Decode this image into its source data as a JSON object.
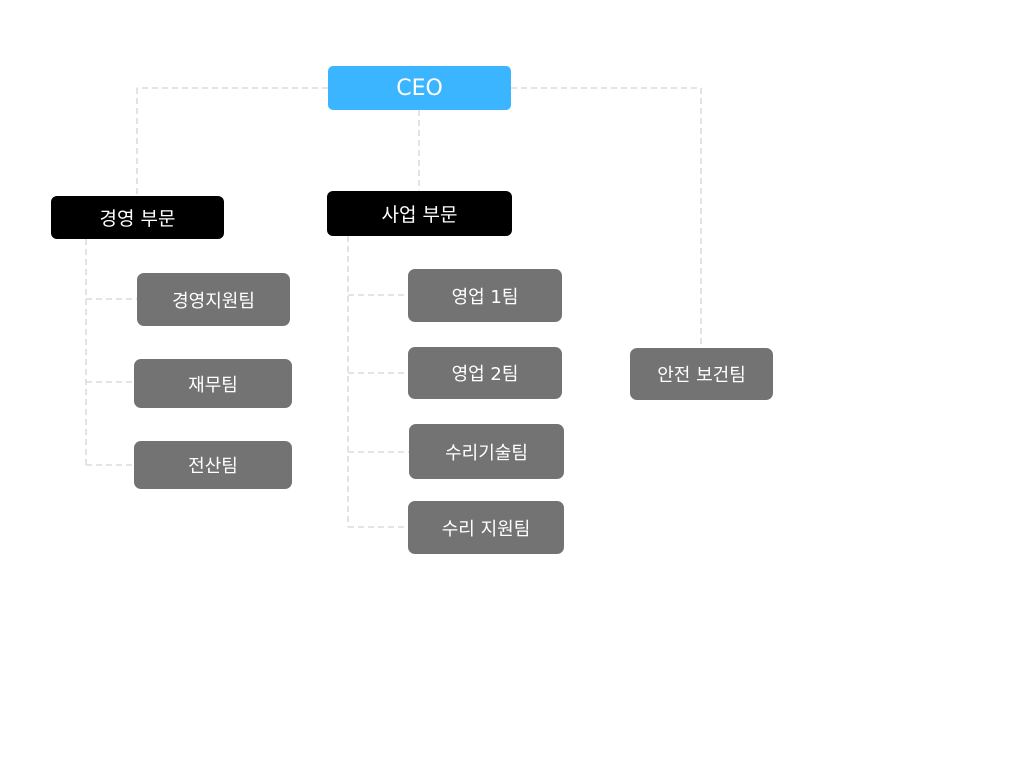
{
  "chart": {
    "ceo": {
      "label": "CEO",
      "color": "#3bb5ff"
    },
    "divisions": [
      {
        "label": "경영 부문",
        "color": "#000000",
        "teams": [
          "경영지원팀",
          "재무팀",
          "전산팀"
        ]
      },
      {
        "label": "사업 부문",
        "color": "#000000",
        "teams": [
          "영업 1팀",
          "영업 2팀",
          "수리기술팀",
          "수리 지원팀"
        ]
      }
    ],
    "direct_teams": [
      "안전 보건팀"
    ],
    "team_color": "#737373",
    "connector_color": "#dcdcdc"
  }
}
